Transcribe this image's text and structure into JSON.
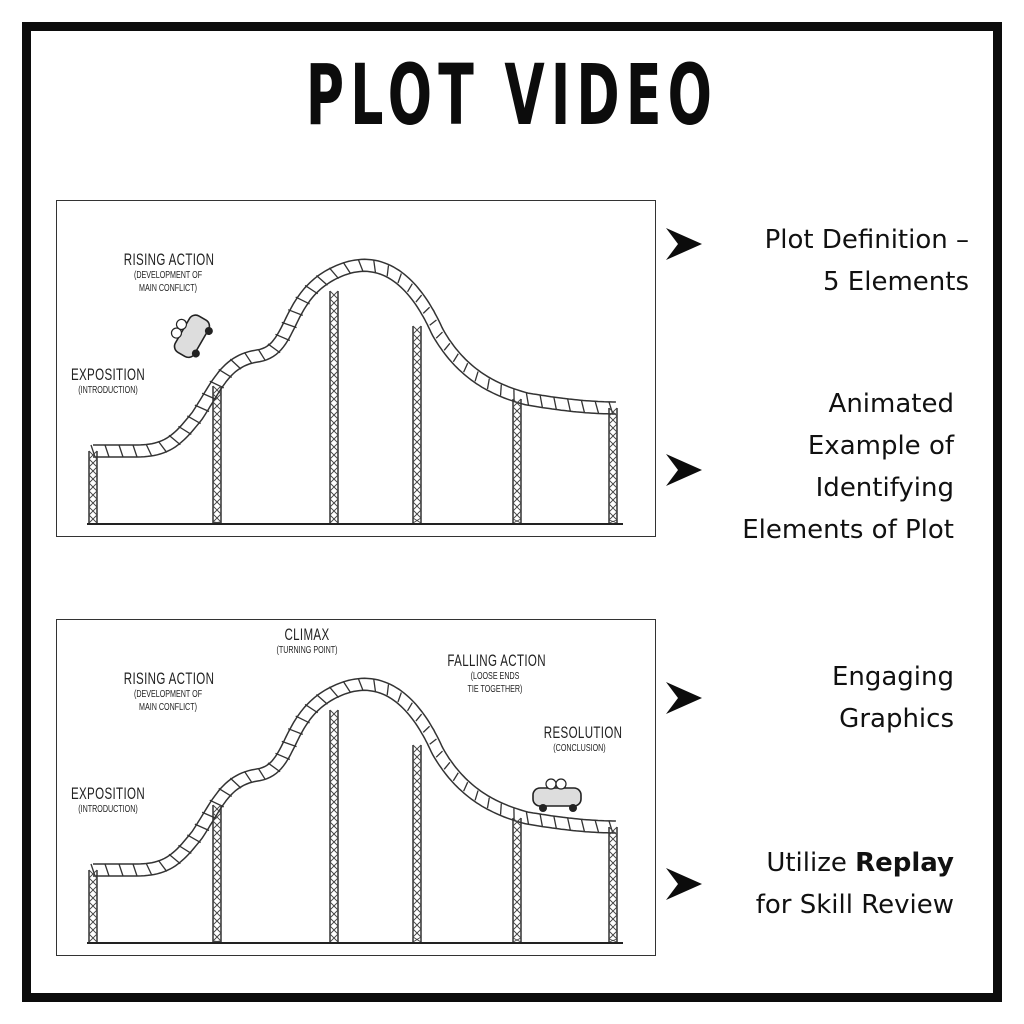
{
  "page": {
    "title": "PLOT VIDEO"
  },
  "panels": [
    {
      "labels": {
        "rising_action": {
          "heading": "RISING ACTION",
          "sub_1": "(DEVELOPMENT OF",
          "sub_2": "MAIN CONFLICT)"
        },
        "exposition": {
          "heading": "EXPOSITION",
          "sub": "(INTRODUCTION)"
        }
      }
    },
    {
      "labels": {
        "climax": {
          "heading": "CLIMAX",
          "sub": "(TURNING POINT)"
        },
        "rising_action": {
          "heading": "RISING ACTION",
          "sub_1": "(DEVELOPMENT OF",
          "sub_2": "MAIN CONFLICT)"
        },
        "falling_action": {
          "heading": "FALLING ACTION",
          "sub_1": "(LOOSE ENDS",
          "sub_2": "TIE TOGETHER)"
        },
        "resolution": {
          "heading": "RESOLUTION",
          "sub": "(CONCLUSION)"
        },
        "exposition": {
          "heading": "EXPOSITION",
          "sub": "(INTRODUCTION)"
        }
      }
    }
  ],
  "features": [
    {
      "lines": [
        "Plot Definition –",
        "5 Elements"
      ]
    },
    {
      "lines": [
        "Animated",
        "Example of",
        "Identifying",
        "Elements of Plot"
      ]
    },
    {
      "lines": [
        "Engaging",
        "Graphics"
      ]
    },
    {
      "prefix": "Utilize ",
      "bold": "Replay",
      "line_2": "for Skill Review"
    }
  ],
  "icons": {
    "bullet": "arrowhead-icon"
  },
  "colors": {
    "ink": "#0c0c0c",
    "background": "#ffffff"
  }
}
